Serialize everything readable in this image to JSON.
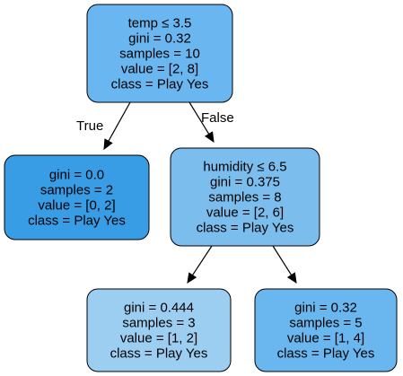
{
  "tree": {
    "nodes": [
      {
        "id": "root",
        "color": "#6ab6f0",
        "lines": [
          "temp ≤ 3.5",
          "gini = 0.32",
          "samples = 10",
          "value = [2, 8]",
          "class = Play Yes"
        ]
      },
      {
        "id": "left",
        "color": "#399de5",
        "lines": [
          "gini = 0.0",
          "samples = 2",
          "value = [0, 2]",
          "class = Play Yes"
        ]
      },
      {
        "id": "right",
        "color": "#7bbeee",
        "lines": [
          "humidity ≤ 6.5",
          "gini = 0.375",
          "samples = 8",
          "value = [2, 6]",
          "class = Play Yes"
        ]
      },
      {
        "id": "right-left",
        "color": "#9ccef2",
        "lines": [
          "gini = 0.444",
          "samples = 3",
          "value = [1, 2]",
          "class = Play Yes"
        ]
      },
      {
        "id": "right-right",
        "color": "#6ab6ef",
        "lines": [
          "gini = 0.32",
          "samples = 5",
          "value = [1, 4]",
          "class = Play Yes"
        ]
      }
    ],
    "edges": [
      {
        "from": "root",
        "to": "left",
        "label": "True"
      },
      {
        "from": "root",
        "to": "right",
        "label": "False"
      },
      {
        "from": "right",
        "to": "right-left",
        "label": ""
      },
      {
        "from": "right",
        "to": "right-right",
        "label": ""
      }
    ]
  }
}
